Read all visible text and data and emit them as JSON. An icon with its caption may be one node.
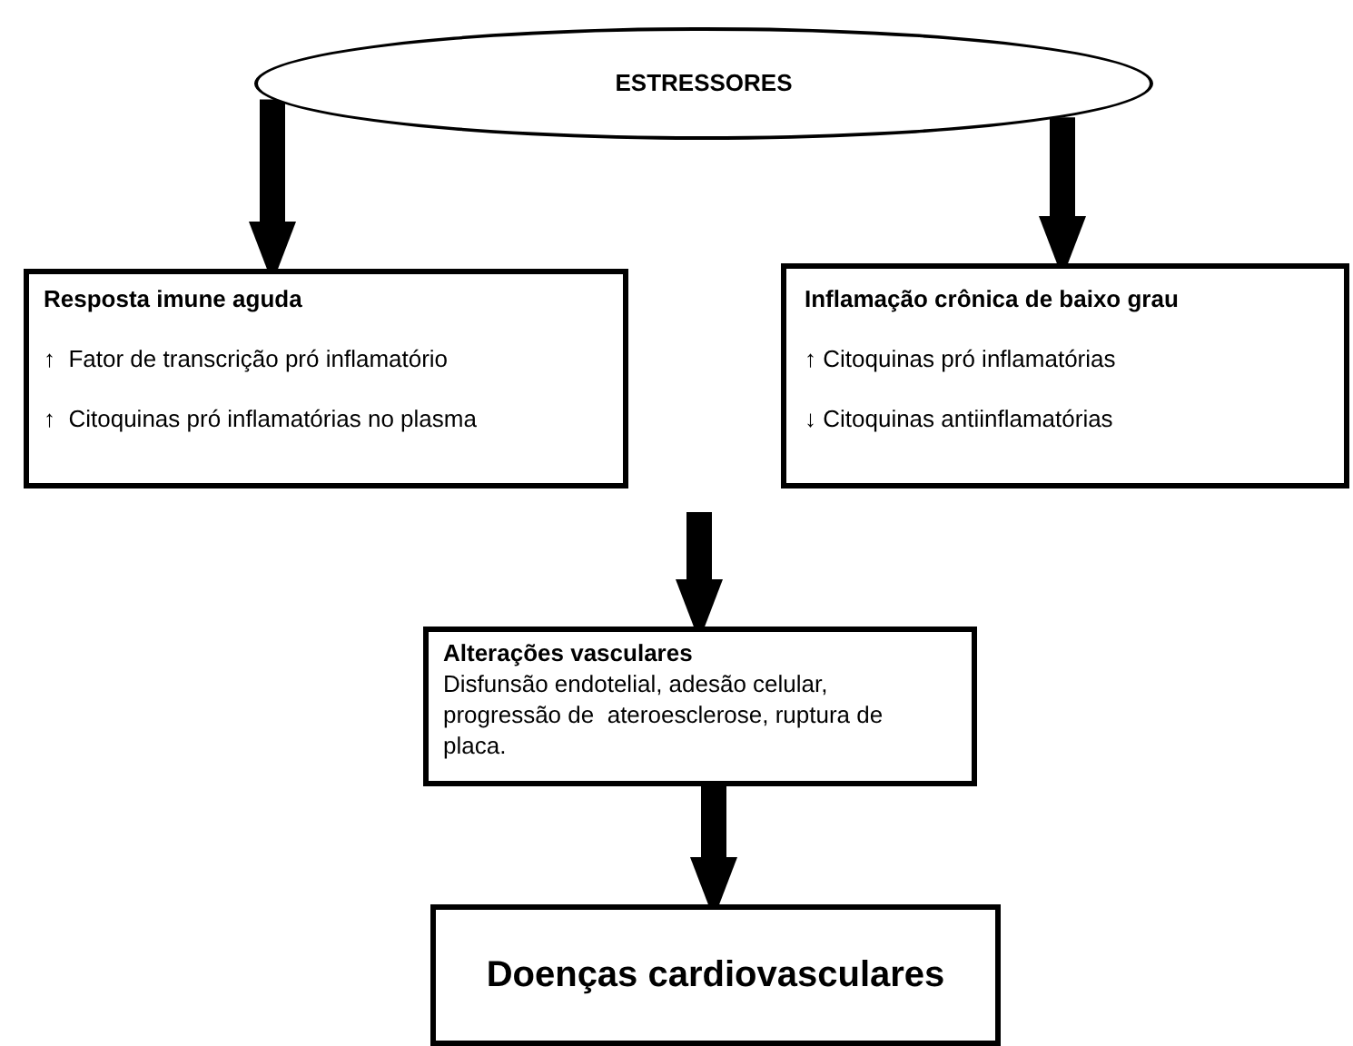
{
  "diagram": {
    "nodes": [
      {
        "text": [
          "ESTRESSORES"
        ]
      },
      {
        "text": [
          "Resposta imune aguda",
          "↑  Fator de transcrição pró inflamatório",
          "↑  Citoquinas pró inflamatórias no plasma"
        ]
      },
      {
        "text": [
          "Inflamação crônica de baixo grau",
          "↑ Citoquinas pró inflamatórias",
          "↓ Citoquinas antiinflamatórias"
        ]
      },
      {
        "text": [
          "Alterações vasculares",
          "Disfunsão endotelial, adesão celular, progressão de  ateroesclerose, ruptura de placa."
        ]
      },
      {
        "text": [
          "Doenças cardiovasculares"
        ]
      }
    ],
    "edges": [
      {
        "from": 0,
        "to": 1,
        "arrow": "to"
      },
      {
        "from": 0,
        "to": 2,
        "arrow": "to"
      },
      {
        "from": null,
        "to": 3,
        "arrow": "to"
      },
      {
        "from": 3,
        "to": 4,
        "arrow": "to"
      }
    ]
  }
}
